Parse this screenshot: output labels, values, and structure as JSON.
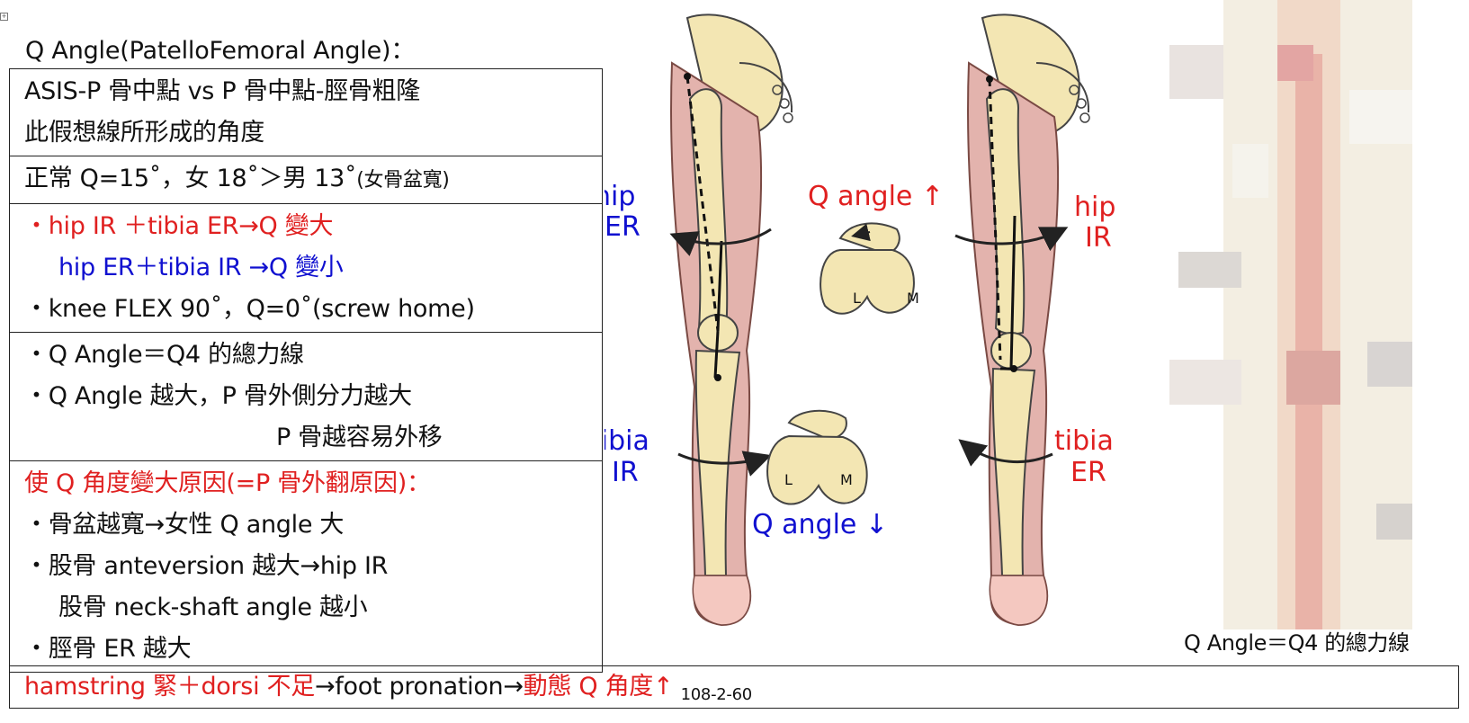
{
  "title": "Q Angle(PatelloFemoral Angle)：",
  "definition": {
    "line1": "ASIS-P 骨中點 vs P 骨中點-脛骨粗隆",
    "line2": "此假想線所形成的角度"
  },
  "normal": {
    "main": "正常 Q=15˚，女 18˚＞男 13˚",
    "note": "(女骨盆寬)"
  },
  "rotation": {
    "increase": "・hip IR ＋tibia ER→Q 變大",
    "decrease": "hip ER＋tibia IR →Q 變小",
    "knee": "・knee FLEX 90˚，Q=0˚(screw home)"
  },
  "force": {
    "line1": "・Q Angle＝Q4 的總力線",
    "line2": "・Q Angle 越大，P 骨外側分力越大",
    "line3": "P 骨越容易外移"
  },
  "causes": {
    "heading": "使 Q 角度變大原因(=P 骨外翻原因)：",
    "item1": "・骨盆越寬→女性 Q angle 大",
    "item2": "・股骨 anteversion 越大→hip IR",
    "item3": "股骨 neck-shaft angle 越小",
    "item4": "・脛骨 ER 越大"
  },
  "bottom": {
    "part1": "hamstring 緊＋dorsi 不足",
    "part2": "→foot pronation→",
    "part3": "動態 Q 角度↑",
    "ref": "108-2-60"
  },
  "figure_labels": {
    "hip_er_left_1": "hip",
    "hip_er_left_2": "ER",
    "tibia_ir_left_1": "tibia",
    "tibia_ir_left_2": "IR",
    "q_up": "Q angle ↑",
    "q_down": "Q angle ↓",
    "hip_ir_right_1": "hip",
    "hip_ir_right_2": "IR",
    "tibia_er_right_1": "tibia",
    "tibia_er_right_2": "ER",
    "patella_L": "L",
    "patella_M": "M"
  },
  "caption": "Q Angle＝Q4 的總力線",
  "colors": {
    "red": "#e02020",
    "blue": "#1010d0",
    "bone": "#f3e6b3",
    "skin": "#e3b3ad"
  }
}
